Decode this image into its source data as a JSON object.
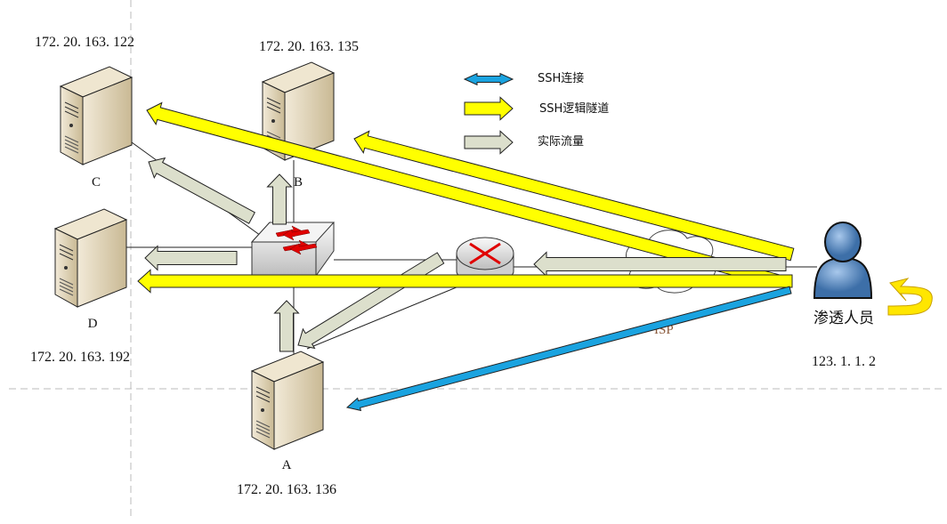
{
  "legend": [
    {
      "label": "SSH连接",
      "color": "#1aa3e0",
      "style": "double-arrow"
    },
    {
      "label": "SSH逻辑隧道",
      "color": "#ffff00",
      "style": "arrow"
    },
    {
      "label": "实际流量",
      "color": "#dcdfcc",
      "style": "arrow"
    }
  ],
  "nodes": {
    "server_c": {
      "label": "C",
      "ip": "172. 20. 163. 122"
    },
    "server_b": {
      "label": "B",
      "ip": "172. 20. 163. 135"
    },
    "server_d": {
      "label": "D",
      "ip": "172. 20. 163. 192"
    },
    "server_a": {
      "label": "A",
      "ip": "172. 20. 163. 136"
    },
    "cloud": {
      "label": "ISP"
    },
    "attacker": {
      "label": "渗透人员",
      "ip": "123. 1. 1. 2"
    }
  },
  "colors": {
    "ssh": "#1aa3e0",
    "tunnel": "#ffff00",
    "traffic": "#dcdfcc",
    "person": "#5b8fc7",
    "arrow_red": "#e00000"
  }
}
